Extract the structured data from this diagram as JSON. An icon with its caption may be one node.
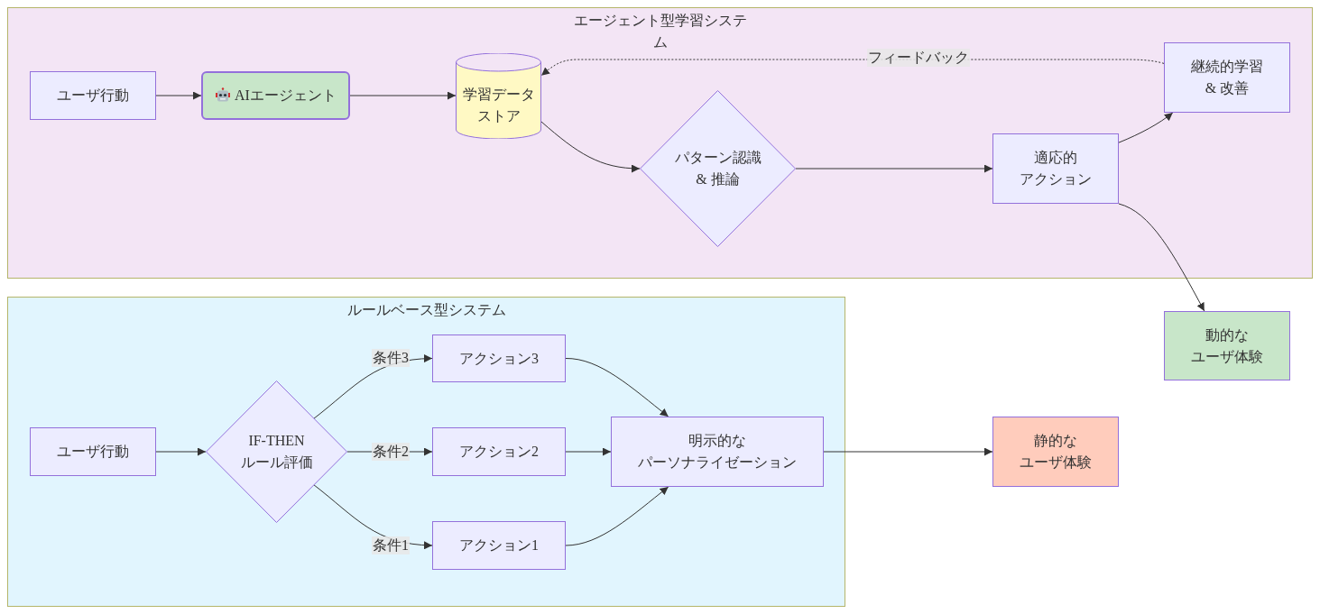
{
  "diagram": {
    "nodes": [
      {
        "text": [
          "エージェント型学習システム"
        ]
      },
      {
        "text": [
          "ユーザ行動"
        ],
        "in": 0
      },
      {
        "text": [
          "AIエージェント"
        ],
        "in": 0
      },
      {
        "text": [
          "学習データストア"
        ],
        "in": 0
      },
      {
        "text": [
          "パターン認識 & 推論"
        ],
        "in": 0
      },
      {
        "text": [
          "適応的アクション"
        ],
        "in": 0
      },
      {
        "text": [
          "継続的学習 & 改善"
        ],
        "in": 0
      },
      {
        "text": [
          "動的なユーザ体験"
        ]
      },
      {
        "text": [
          "ルールベース型システム"
        ]
      },
      {
        "text": [
          "ユーザ行動"
        ],
        "in": 8
      },
      {
        "text": [
          "IF-THEN ルール評価"
        ],
        "in": 8
      },
      {
        "text": [
          "アクション3"
        ],
        "in": 8
      },
      {
        "text": [
          "アクション2"
        ],
        "in": 8
      },
      {
        "text": [
          "アクション1"
        ],
        "in": 8
      },
      {
        "text": [
          "明示的なパーソナライゼーション"
        ],
        "in": 8
      },
      {
        "text": [
          "静的なユーザ体験"
        ]
      }
    ],
    "edges": [
      {
        "from": 1,
        "to": 2,
        "arrow": "to"
      },
      {
        "from": 2,
        "to": 3,
        "arrow": "to"
      },
      {
        "from": 3,
        "to": 4,
        "arrow": "to"
      },
      {
        "from": 4,
        "to": 5,
        "arrow": "to"
      },
      {
        "from": 5,
        "to": 6,
        "arrow": "to"
      },
      {
        "from": 6,
        "to": 3,
        "arrow": "to",
        "label": "フィードバック",
        "style": "dashed"
      },
      {
        "from": 5,
        "to": 7,
        "arrow": "to"
      },
      {
        "from": 9,
        "to": 10,
        "arrow": "to"
      },
      {
        "from": 10,
        "to": 11,
        "arrow": "to",
        "label": "条件3"
      },
      {
        "from": 10,
        "to": 12,
        "arrow": "to",
        "label": "条件2"
      },
      {
        "from": 10,
        "to": 13,
        "arrow": "to",
        "label": "条件1"
      },
      {
        "from": 11,
        "to": 14,
        "arrow": "to"
      },
      {
        "from": 12,
        "to": 14,
        "arrow": "to"
      },
      {
        "from": 13,
        "to": 14,
        "arrow": "to"
      },
      {
        "from": 14,
        "to": 15,
        "arrow": "to"
      }
    ]
  }
}
